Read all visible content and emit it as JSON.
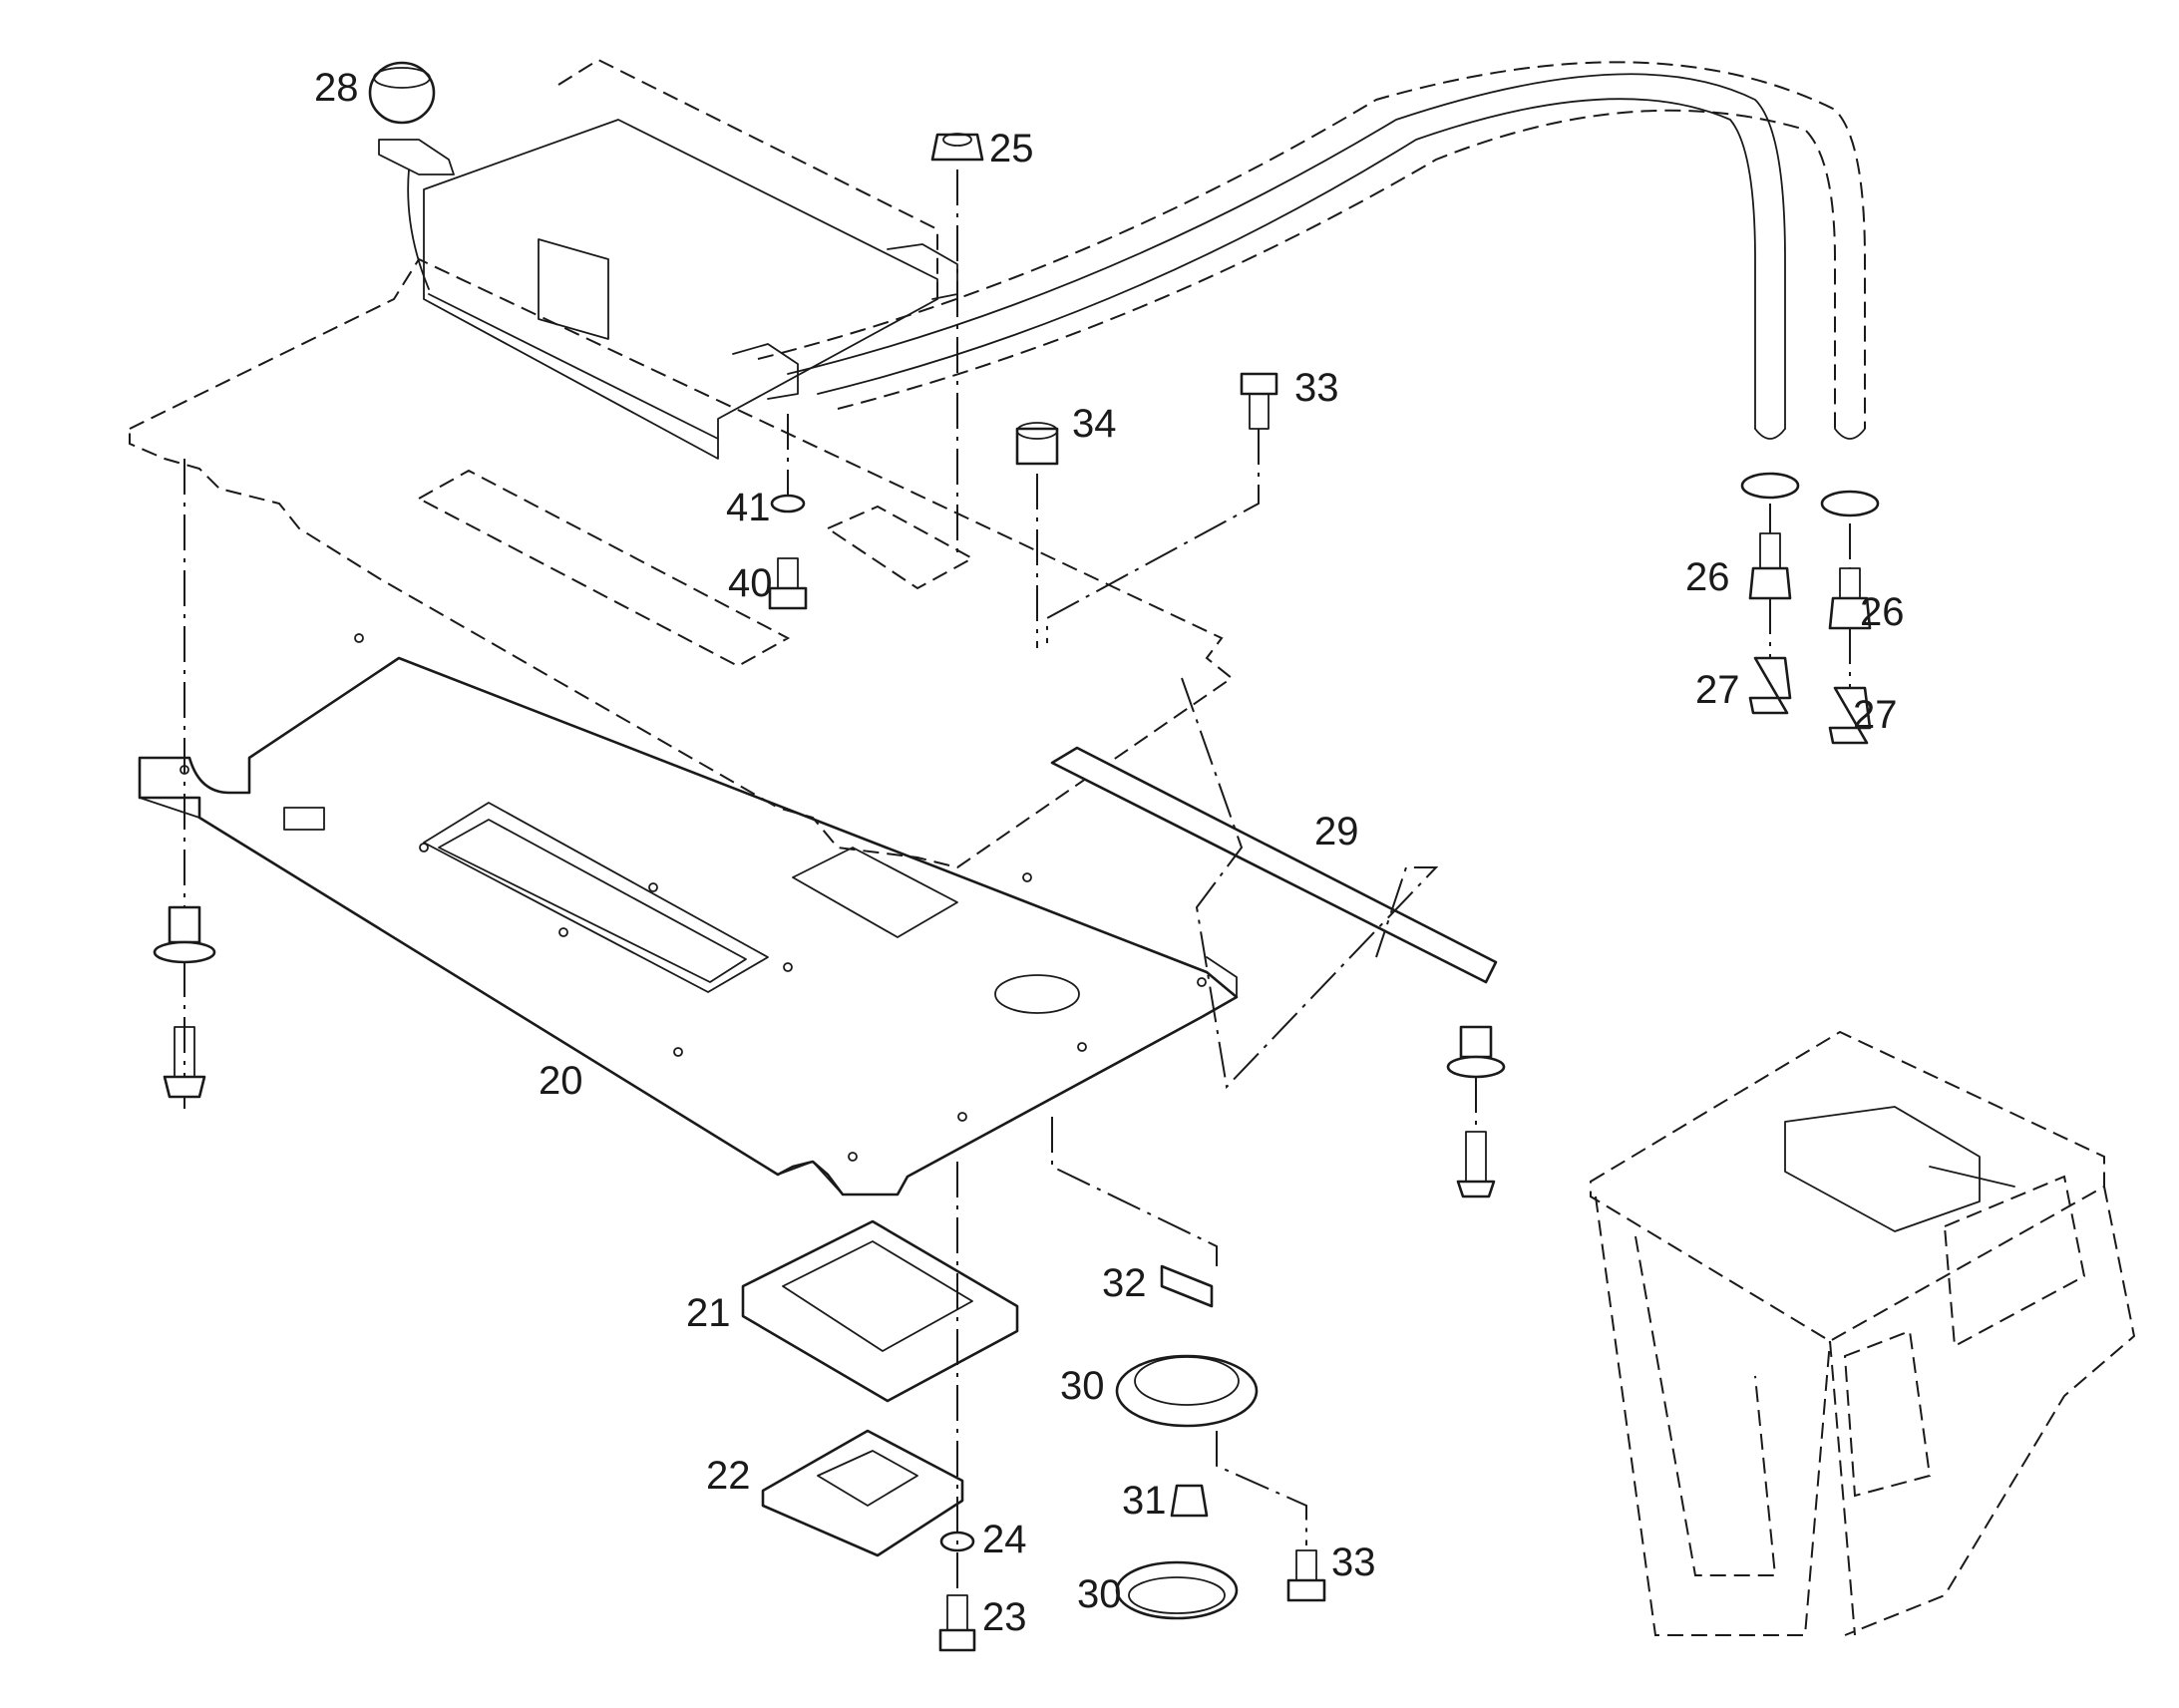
{
  "callouts": [
    {
      "id": "20",
      "text": "20"
    },
    {
      "id": "21",
      "text": "21"
    },
    {
      "id": "22",
      "text": "22"
    },
    {
      "id": "23",
      "text": "23"
    },
    {
      "id": "24",
      "text": "24"
    },
    {
      "id": "25",
      "text": "25"
    },
    {
      "id": "26a",
      "text": "26"
    },
    {
      "id": "26b",
      "text": "26"
    },
    {
      "id": "27a",
      "text": "27"
    },
    {
      "id": "27b",
      "text": "27"
    },
    {
      "id": "28",
      "text": "28"
    },
    {
      "id": "29",
      "text": "29"
    },
    {
      "id": "30a",
      "text": "30"
    },
    {
      "id": "30b",
      "text": "30"
    },
    {
      "id": "31",
      "text": "31"
    },
    {
      "id": "32",
      "text": "32"
    },
    {
      "id": "33a",
      "text": "33"
    },
    {
      "id": "33b",
      "text": "33"
    },
    {
      "id": "34",
      "text": "34"
    },
    {
      "id": "40",
      "text": "40"
    },
    {
      "id": "41",
      "text": "41"
    }
  ]
}
